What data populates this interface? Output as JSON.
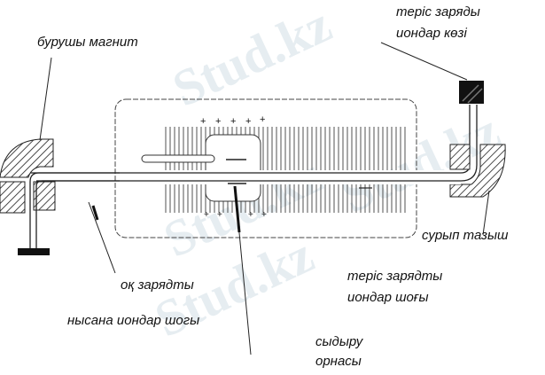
{
  "watermark": "Stud.kz",
  "labels": {
    "bending_magnet": "бурушы магнит",
    "neg_source_1": "теріс заряды",
    "neg_source_2": "иондар көзі",
    "stripper_cleaner": "сурып тазыш",
    "positive_charged": "оқ зарядты",
    "neg_beam_1": "теріс зарядты",
    "neg_beam_2": "иондар шоғы",
    "target_beam": "нысана иондар шогы",
    "stripper_1": "сыдыру",
    "stripper_2": "орнасы"
  },
  "charges": {
    "plus": "+",
    "minus": "—"
  }
}
